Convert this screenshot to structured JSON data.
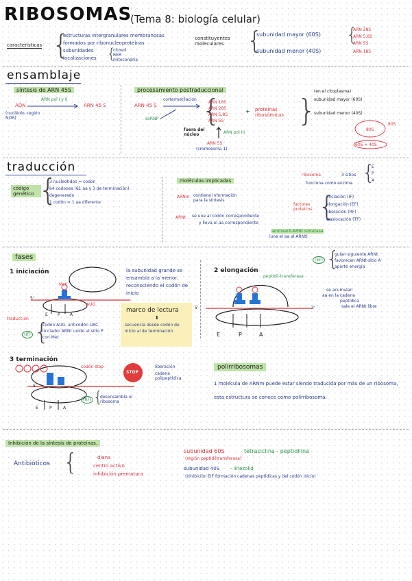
{
  "header": {
    "title": "RIBOSOMAS",
    "subtitle": "(Tema 8: biología celular)"
  },
  "caracteristicas": {
    "label": "características",
    "items": [
      "estructuras intergranulares membranosas",
      "formados por ribonucleoproteínas",
      "subunidades",
      "localizaciones"
    ],
    "sub": [
      "citosol",
      "RER",
      "mitocondria"
    ]
  },
  "constituyentes": {
    "label": "constituyentes moleculares",
    "mayor": "subunidad mayor (60S)",
    "menor": "subunidad menor (40S)",
    "mayor_items": [
      "ARN 28S",
      "ARN 5,8S",
      "ARN 5S"
    ],
    "menor_items": [
      "ARN 18S"
    ]
  },
  "ensamblaje": {
    "heading": "ensamblaje",
    "sintesis_title": "síntesis de ARN 45S",
    "adn": "ADN",
    "polimerasa": "ARN pol I y II",
    "arn45s": "ARN 45 S",
    "lugar": "(nucléolo, región NOR)",
    "proc_title": "procesamiento postraduccional",
    "arn45s_b": "ARN 45 S",
    "corte": "corte/metilación",
    "snrnp": "snRNP",
    "proc_items": [
      "ARN 18S",
      "ARN 28S",
      "ARN 5,8S",
      "ARN 5S"
    ],
    "proteinas": "proteínas ribosómicas",
    "citoplasma": "(en el citoplasma)",
    "sub_mayor": "subunidad mayor (60S)",
    "sub_menor": "subunidad menor (40S)",
    "fuera": "fuera del núcleo",
    "arnpol3": "ARN pol III",
    "arn5s": "ARN 5S",
    "crom": "(cromosoma 1)",
    "s80": "80S",
    "s_sum": "60S + 40S",
    "s_label": "80S"
  },
  "traduccion": {
    "heading": "traducción",
    "codigo": "código genético",
    "codigo_items": [
      "3 nucleótidos = codón",
      "64 codones (61 aa y 3 de terminación)",
      "degenerado",
      "1 codón = 1 aa diferente"
    ],
    "moleculas": "moléculas implicadas",
    "arnm": "ARNm",
    "arnm_desc": "contiene información para la síntesis",
    "arnt": "ARNt",
    "arnt_desc": "se une al codón correspondiente",
    "arnt_desc2": "y lleva el aa correspondiente",
    "aminoacil": "aminoacil-ARNt sintetasa",
    "aminoacil2": "(une el aa al ARNt)",
    "ribosoma": "ribosoma",
    "sitios": "3 sitios",
    "sitios_letters": [
      "E",
      "P",
      "A"
    ],
    "funciona": "funciona como enzima",
    "factores": "factores proteicos",
    "factores_items": [
      "iniciación (IF)",
      "elongación (EF)",
      "liberación (RF)",
      "traslocación (TF)"
    ]
  },
  "fases": {
    "heading": "fases",
    "iniciacion": "1 iniciación",
    "elongacion": "2 elongación",
    "terminacion": "3 terminación",
    "met": "Met",
    "aug": "AUG",
    "auga": "AUG",
    "traduccion": "traducción",
    "ini_desc": "la subunidad grande se ensambla a la menor, reconociendo el codón de inicio",
    "marco": "marco de lectura",
    "marco_desc": "secuencia desde codón de inicio al de terminación",
    "cit": "(IF)",
    "cit_desc": "codón AUG, anticodón UAC, iniciador ARNt unido al sitio P con Met",
    "five": "5'",
    "three": "3'",
    "epa": [
      "E",
      "P",
      "A"
    ],
    "ef": "(EF)",
    "ef_desc": [
      "guían siguiente ARNt",
      "favorecen ARNt-sitio A",
      "aporte energía"
    ],
    "peptidil": "peptidil-transferasa",
    "se_acumulan": "se acumulan",
    "se_acumulan2": "aa en la cadena",
    "se_acumulan3": "peptídica",
    "sale_libre": "sale el ARNt libre",
    "stop": "STOP",
    "liberacion": "liberación",
    "cadena": "cadena polipeptídica",
    "codon_stop": "codón stop",
    "rf": "(RF)",
    "rf_desc": "desensambla el ribosoma",
    "poli_title": "polirribosomas",
    "poli_desc": "1 molécula de ARNm puede estar siendo traducida por más de un ribosoma, esta estructura se conoce como polirribosoma."
  },
  "inhibicion": {
    "title": "Inhibición de la síntesis de proteínas.",
    "antibioticos": "Antibióticos",
    "items": [
      "diana",
      "centro activo",
      "inhibición prematura"
    ],
    "sub60": "subunidad 60S",
    "sub60_desc": "tetraciclina - peptidilina",
    "sub60_sub": "(región peptidiltransferasa)",
    "sub40": "subunidad 40S",
    "sub40_desc": "- linezolid",
    "sub40_sub": "(inhibición EIF formación cadenas peptídicas y del codón inicio)"
  },
  "colors": {
    "blue": "#2a3a8c",
    "red": "#d8333b",
    "green": "#2e8f4e",
    "greenhl": "#bfe3a8",
    "yellowhl": "#fbf0b9",
    "ribosome_blue": "#2574d4"
  }
}
